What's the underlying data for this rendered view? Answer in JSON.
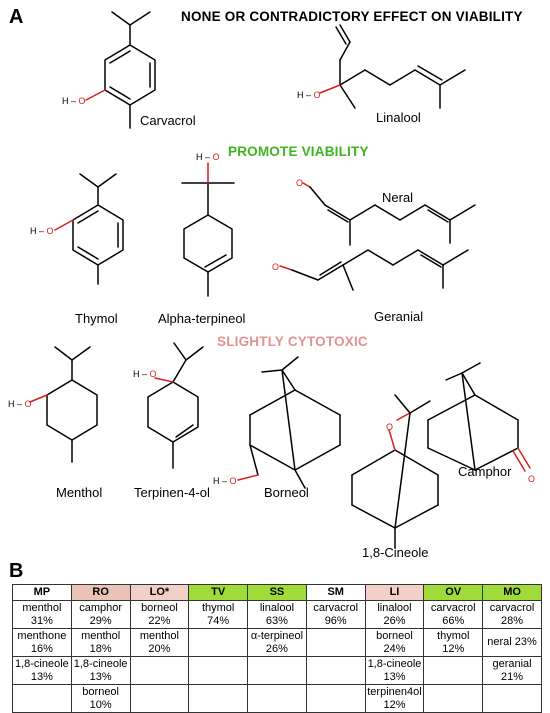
{
  "panelA": {
    "letter": "A",
    "heading_none": "NONE OR CONTRADICTORY EFFECT ON VIABILITY",
    "heading_promote": "PROMOTE   VIABILITY",
    "heading_cytotoxic": "SLIGHTLY CYTOTOXIC",
    "atom_hydroxyl": "H",
    "atom_oxygen": "O",
    "molecules": {
      "carvacrol": "Carvacrol",
      "linalool": "Linalool",
      "thymol": "Thymol",
      "alpha_terpineol": "Alpha-terpineol",
      "neral": "Neral",
      "geranial": "Geranial",
      "menthol": "Menthol",
      "terpinen_4_ol": "Terpinen-4-ol",
      "borneol": "Borneol",
      "cineole": "1,8-Cineole",
      "camphor": "Camphor"
    },
    "colors": {
      "promote": "#3db51c",
      "cytotoxic": "#e0948f",
      "oxygen": "#d61f1f"
    }
  },
  "panelB": {
    "letter": "B",
    "headers": [
      {
        "label": "MP",
        "color": "#ffffff"
      },
      {
        "label": "RO",
        "color": "#e8c3b6"
      },
      {
        "label": "LO*",
        "color": "#f2cfc7"
      },
      {
        "label": "TV",
        "color": "#9fdc3a"
      },
      {
        "label": "SS",
        "color": "#9fdc3a"
      },
      {
        "label": "SM",
        "color": "#ffffff"
      },
      {
        "label": "LI",
        "color": "#f2cfc7"
      },
      {
        "label": "OV",
        "color": "#9fdc3a"
      },
      {
        "label": "MO",
        "color": "#9fdc3a"
      }
    ],
    "rows": [
      [
        "menthol\n31%",
        "camphor\n29%",
        "borneol\n22%",
        "thymol\n74%",
        "linalool\n63%",
        "carvacrol\n96%",
        "linalool\n26%",
        "carvacrol\n66%",
        "carvacrol\n28%"
      ],
      [
        "menthone\n16%",
        "menthol\n18%",
        "menthol\n20%",
        "",
        "α-terpineol\n26%",
        "",
        "borneol\n24%",
        "thymol\n12%",
        "neral 23%"
      ],
      [
        "1,8-cineole\n13%",
        "1,8-cineole\n13%",
        "",
        "",
        "",
        "",
        "1,8-cineole\n13%",
        "",
        "geranial\n21%"
      ],
      [
        "",
        "borneol\n10%",
        "",
        "",
        "",
        "",
        "terpinen4ol\n12%",
        "",
        ""
      ]
    ]
  }
}
